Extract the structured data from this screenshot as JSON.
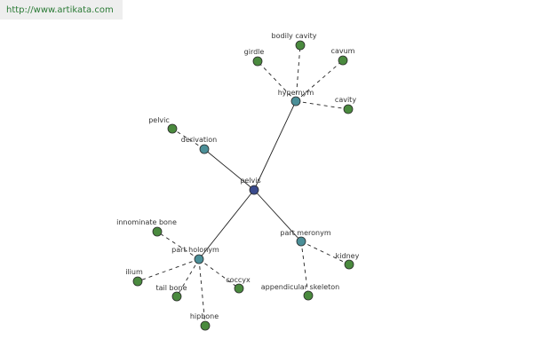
{
  "source": {
    "url_text": "http://www.artikata.com"
  },
  "colors": {
    "center": "#3a4a8c",
    "relation": "#4b8f98",
    "leaf": "#4a8a3e",
    "outline": "#2a2a2a",
    "edge": "#222222",
    "link_text": "#2a7a35"
  },
  "graph": {
    "center": {
      "id": "pelvis",
      "label": "pelvis"
    },
    "relations": [
      {
        "id": "hypernym",
        "label": "hypernym"
      },
      {
        "id": "derivation",
        "label": "derivation"
      },
      {
        "id": "part_holonym",
        "label": "part holonym"
      },
      {
        "id": "part_meronym",
        "label": "part meronym"
      }
    ],
    "leaves": [
      {
        "id": "girdle",
        "label": "girdle",
        "parent": "hypernym"
      },
      {
        "id": "bodily_cavity",
        "label": "bodily cavity",
        "parent": "hypernym"
      },
      {
        "id": "cavum",
        "label": "cavum",
        "parent": "hypernym"
      },
      {
        "id": "cavity",
        "label": "cavity",
        "parent": "hypernym"
      },
      {
        "id": "pelvic",
        "label": "pelvic",
        "parent": "derivation"
      },
      {
        "id": "innominate_bone",
        "label": "innominate bone",
        "parent": "part_holonym"
      },
      {
        "id": "ilium",
        "label": "ilium",
        "parent": "part_holonym"
      },
      {
        "id": "tail_bone",
        "label": "tail bone",
        "parent": "part_holonym"
      },
      {
        "id": "coccyx",
        "label": "coccyx",
        "parent": "part_holonym"
      },
      {
        "id": "hipbone",
        "label": "hipbone",
        "parent": "part_holonym"
      },
      {
        "id": "kidney",
        "label": "kidney",
        "parent": "part_meronym"
      },
      {
        "id": "appendicular_skeleton",
        "label": "appendicular skeleton",
        "parent": "part_meronym"
      }
    ]
  }
}
